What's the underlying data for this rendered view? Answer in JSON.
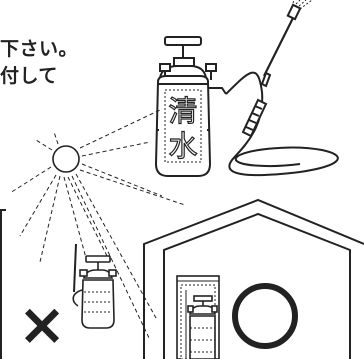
{
  "instruction": {
    "line1": "下さい。",
    "line2": "付して"
  },
  "sprayer_label": {
    "line1": "清",
    "line2": "水"
  },
  "marks": {
    "bad": "×",
    "good": "○"
  },
  "colors": {
    "line": "#222222",
    "background": "#ffffff"
  },
  "icons": [
    "pressure-sprayer-icon",
    "sun-icon",
    "house-icon",
    "storage-cabinet-icon",
    "cross-mark-icon",
    "circle-mark-icon"
  ]
}
